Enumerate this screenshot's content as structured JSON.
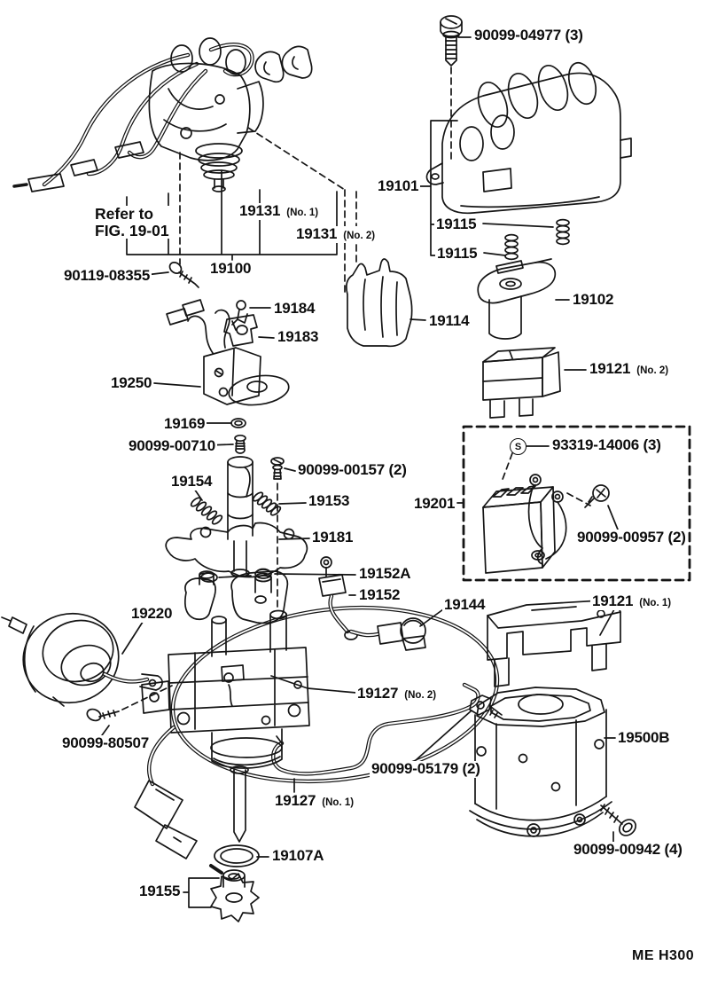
{
  "figure_code": "ME H300",
  "notes": {
    "refer_line1": "Refer to",
    "refer_line2": "FIG. 19-01",
    "s_symbol": "S"
  },
  "labels": {
    "bolt_04977": {
      "text": "90099-04977 (3)"
    },
    "p19101": {
      "text": "19101"
    },
    "p19115_1": {
      "text": "19115"
    },
    "p19115_2": {
      "text": "19115"
    },
    "p19131_1": {
      "text": "19131",
      "note": "(No. 1)"
    },
    "p19131_2": {
      "text": "19131",
      "note": "(No. 2)"
    },
    "screw_08355": {
      "text": "90119-08355"
    },
    "p19100": {
      "text": "19100"
    },
    "p19184": {
      "text": "19184"
    },
    "p19183": {
      "text": "19183"
    },
    "p19114": {
      "text": "19114"
    },
    "p19102": {
      "text": "19102"
    },
    "p19250": {
      "text": "19250"
    },
    "p19121_2": {
      "text": "19121",
      "note": "(No. 2)"
    },
    "p19169": {
      "text": "19169"
    },
    "screw_00710": {
      "text": "90099-00710"
    },
    "p19201": {
      "text": "19201"
    },
    "screw_14006": {
      "text": "93319-14006 (3)"
    },
    "screw_00957": {
      "text": "90099-00957 (2)"
    },
    "screw_00157": {
      "text": "90099-00157 (2)"
    },
    "p19154": {
      "text": "19154"
    },
    "p19153": {
      "text": "19153"
    },
    "p19181": {
      "text": "19181"
    },
    "p19152a": {
      "text": "19152A"
    },
    "p19152": {
      "text": "19152"
    },
    "p19144": {
      "text": "19144"
    },
    "p19121_1": {
      "text": "19121",
      "note": "(No. 1)"
    },
    "p19220": {
      "text": "19220"
    },
    "p19127_2": {
      "text": "19127",
      "note": "(No. 2)"
    },
    "screw_80507": {
      "text": "90099-80507"
    },
    "p19500b": {
      "text": "19500B"
    },
    "screw_05179": {
      "text": "90099-05179 (2)"
    },
    "p19127_1": {
      "text": "19127",
      "note": "(No. 1)"
    },
    "p19107a": {
      "text": "19107A"
    },
    "p19155": {
      "text": "19155"
    },
    "bolt_00942": {
      "text": "90099-00942 (4)"
    }
  }
}
